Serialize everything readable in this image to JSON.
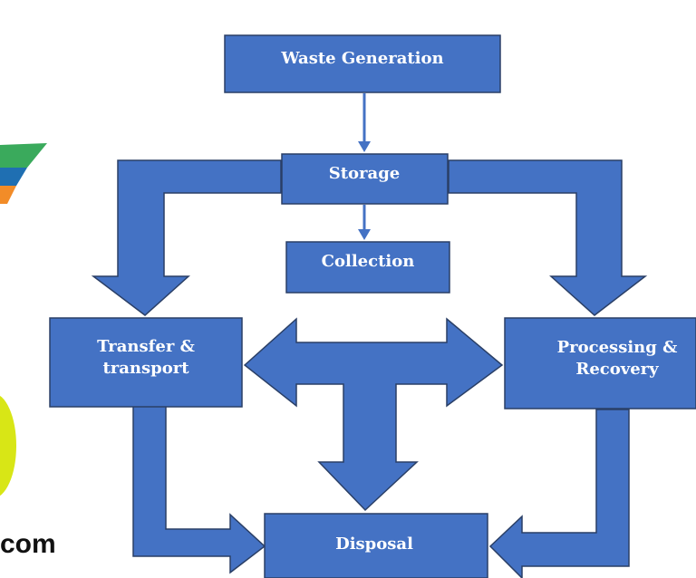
{
  "colors": {
    "box_fill": "#4472C4",
    "box_stroke": "#2a3f66",
    "background": "#ffffff"
  },
  "nodes": {
    "waste_generation": "Waste Generation",
    "storage": "Storage",
    "collection": "Collection",
    "transfer_line1": "Transfer &",
    "transfer_line2": "transport",
    "processing_line1": "Processing &",
    "processing_line2": "Recovery",
    "disposal": "Disposal"
  },
  "watermark": {
    "text": "com"
  }
}
